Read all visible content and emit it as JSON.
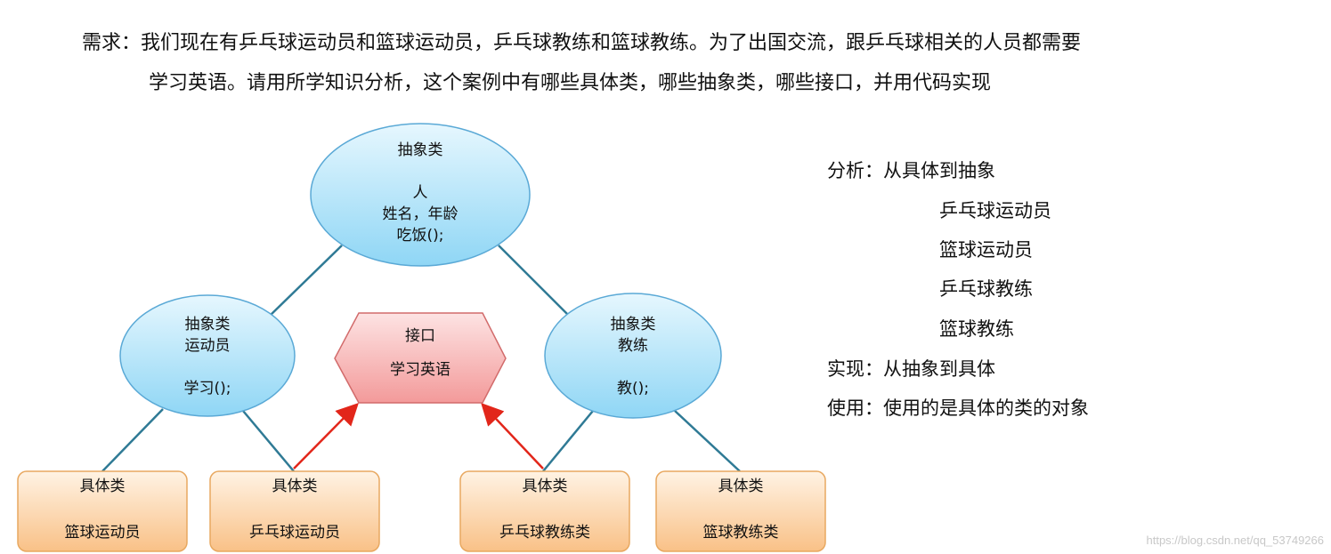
{
  "requirement": {
    "line1": "需求：我们现在有乒乓球运动员和篮球运动员，乒乓球教练和篮球教练。为了出国交流，跟乒乓球相关的人员都需要",
    "line2": "学习英语。请用所学知识分析，这个案例中有哪些具体类，哪些抽象类，哪些接口，并用代码实现"
  },
  "nodes": {
    "person": {
      "kind": "抽象类",
      "name": "人",
      "fields": "姓名，年龄",
      "method": "吃饭();"
    },
    "athlete": {
      "kind": "抽象类",
      "name": "运动员",
      "method": "学习();"
    },
    "coach": {
      "kind": "抽象类",
      "name": "教练",
      "method": "教();"
    },
    "iface": {
      "kind": "接口",
      "name": "学习英语"
    },
    "basketball_player": {
      "kind": "具体类",
      "name": "篮球运动员"
    },
    "pingpong_player": {
      "kind": "具体类",
      "name": "乒乓球运动员"
    },
    "pingpong_coach": {
      "kind": "具体类",
      "name": "乒乓球教练类"
    },
    "basketball_coach": {
      "kind": "具体类",
      "name": "篮球教练类"
    }
  },
  "analysis": {
    "analyze": "分析：从具体到抽象",
    "items": [
      "乒乓球运动员",
      "篮球运动员",
      "乒乓球教练",
      "篮球教练"
    ],
    "implement": "实现：从抽象到具体",
    "use": "使用：使用的是具体的类的对象"
  },
  "watermark": "https://blog.csdn.net/qq_53749266",
  "colors": {
    "ellipse_top": "#e6f7fe",
    "ellipse_bottom": "#8fd6f5",
    "ellipse_stroke": "#5aa9d6",
    "box_top": "#fff3e4",
    "box_bottom": "#f9c187",
    "box_stroke": "#e8a860",
    "hex_top": "#fde3e3",
    "hex_bottom": "#f39a9a",
    "hex_stroke": "#d26b6b",
    "line": "#2f7a95",
    "arrow": "#e2261a"
  }
}
